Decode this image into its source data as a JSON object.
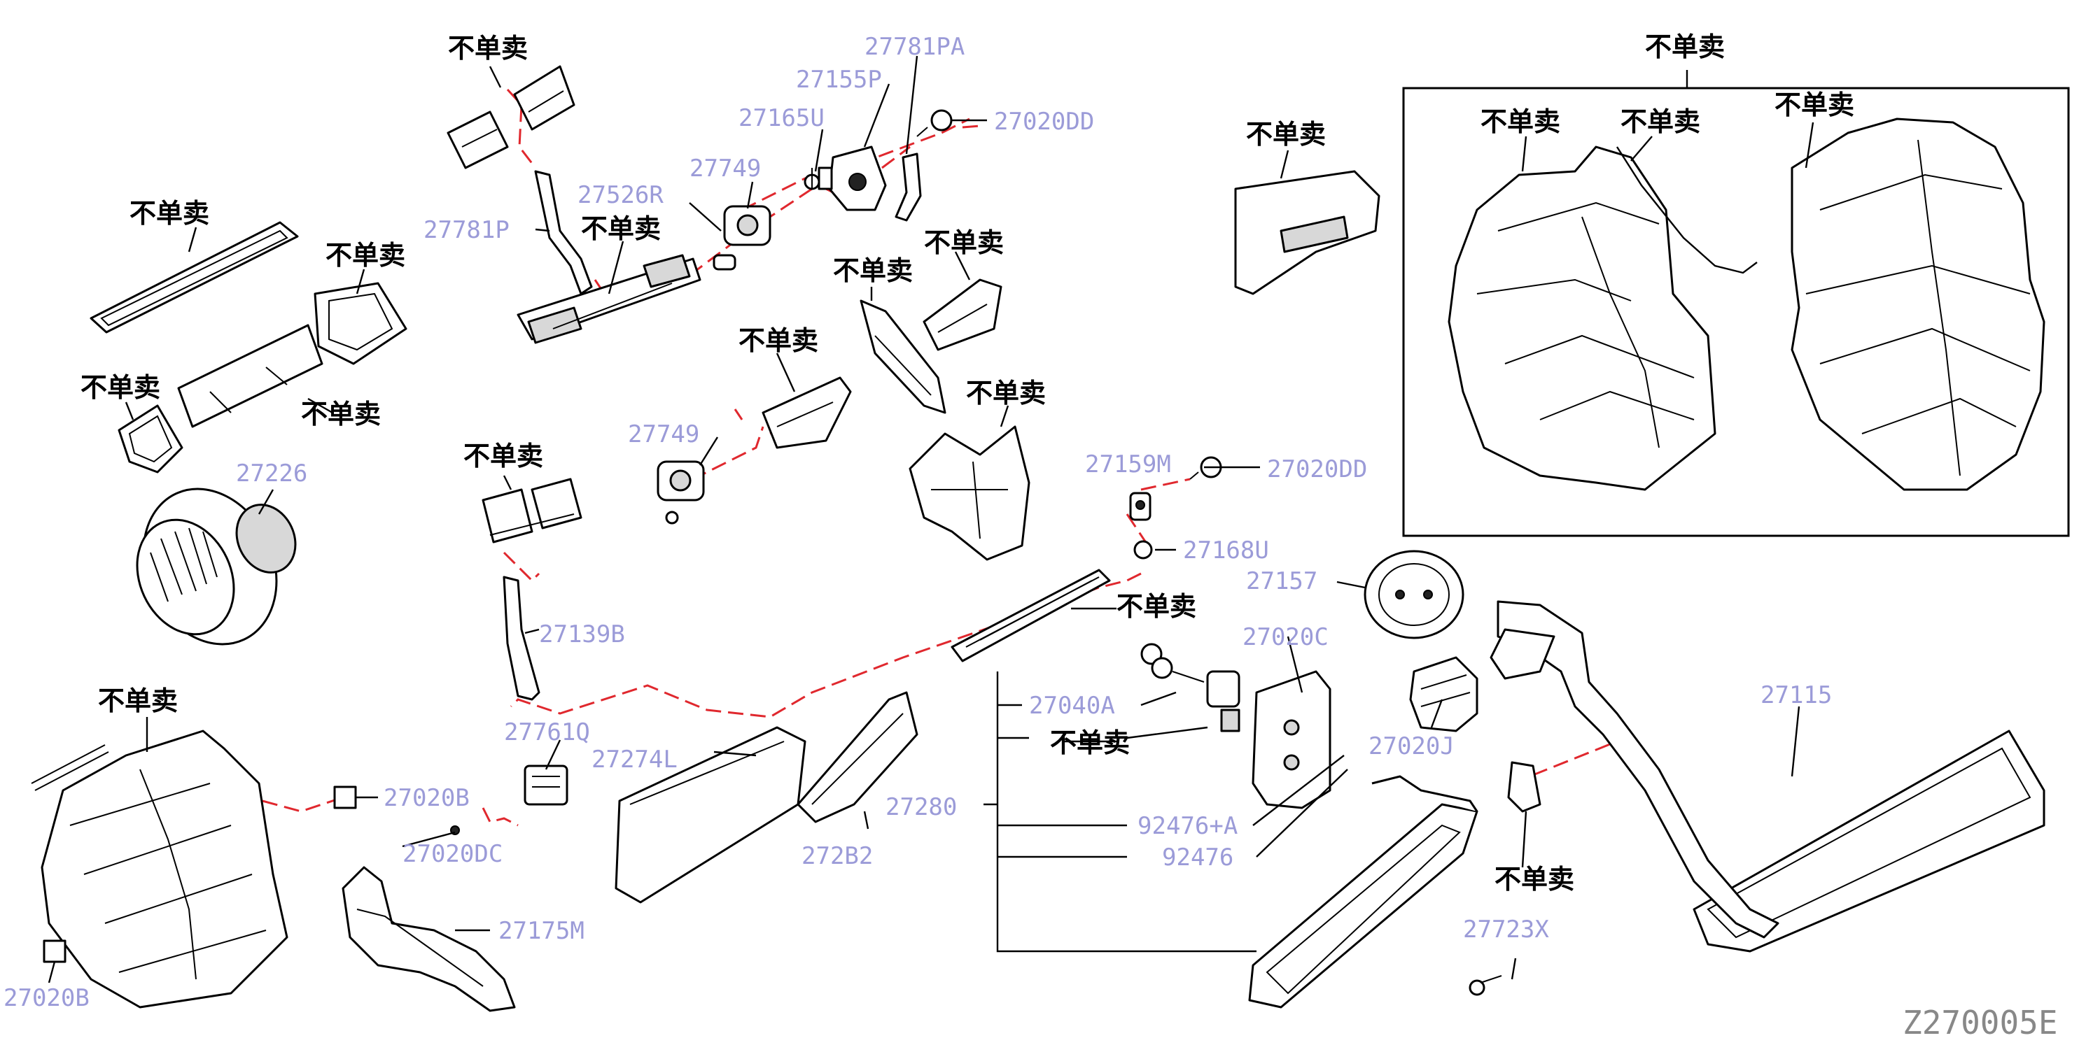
{
  "diagram_code": "Z270005E",
  "not_sold_label": "不单卖",
  "part_numbers": {
    "p27781PA": "27781PA",
    "p27155P": "27155P",
    "p27165U": "27165U",
    "p27020DD_top": "27020DD",
    "p27749_top": "27749",
    "p27526R": "27526R",
    "p27781P": "27781P",
    "p27226": "27226",
    "p27749_mid": "27749",
    "p27159M": "27159M",
    "p27020DD_mid": "27020DD",
    "p27168U": "27168U",
    "p27157": "27157",
    "p27139B": "27139B",
    "p27020C": "27020C",
    "p27040A": "27040A",
    "p27020J": "27020J",
    "p27761Q": "27761Q",
    "p27274L": "27274L",
    "p27280": "27280",
    "p27020B_mid": "27020B",
    "p27020DC": "27020DC",
    "p272B2": "272B2",
    "p92476A": "92476+A",
    "p92476": "92476",
    "p27115": "27115",
    "p27175M": "27175M",
    "p27723X": "27723X",
    "p27020B_low": "27020B"
  }
}
